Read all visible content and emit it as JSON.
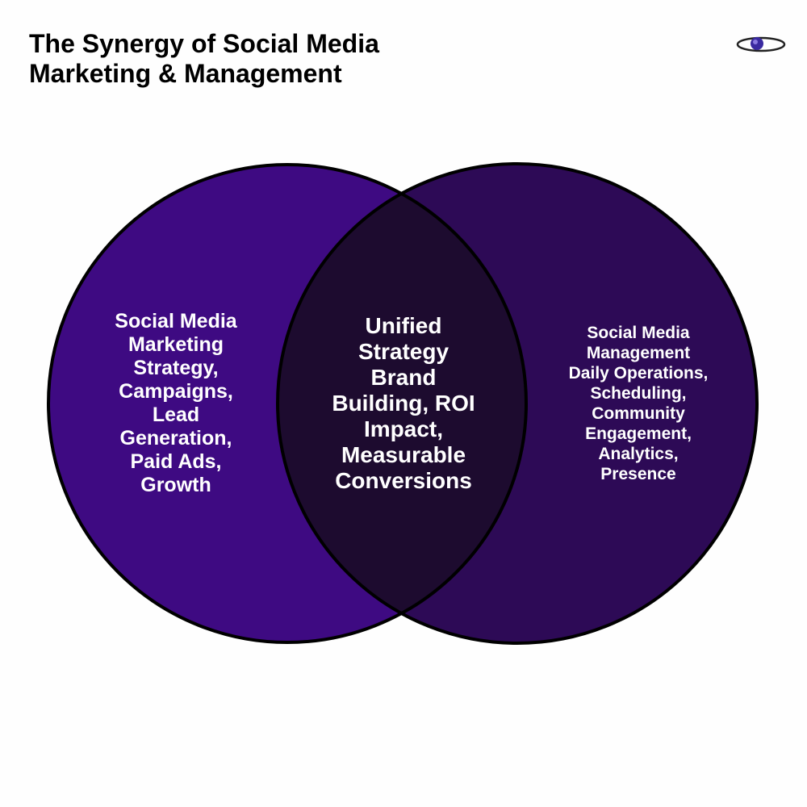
{
  "title": [
    "The Synergy of Social Media",
    "Marketing & Management"
  ],
  "colors": {
    "left": "#3e0a82",
    "right": "#2d0a56",
    "overlap": "#1d0b2f",
    "stroke": "#000000"
  },
  "left": [
    "Social Media",
    "Marketing",
    "Strategy,",
    "Campaigns,",
    "Lead",
    "Generation,",
    "Paid Ads,",
    "Growth"
  ],
  "center": [
    "Unified",
    "Strategy",
    "Brand",
    "Building, ROI",
    "Impact,",
    "Measurable",
    "Conversions"
  ],
  "right": [
    "Social Media",
    "Management",
    "Daily Operations,",
    "Scheduling,",
    "Community",
    "Engagement,",
    "Analytics,",
    "Presence"
  ]
}
